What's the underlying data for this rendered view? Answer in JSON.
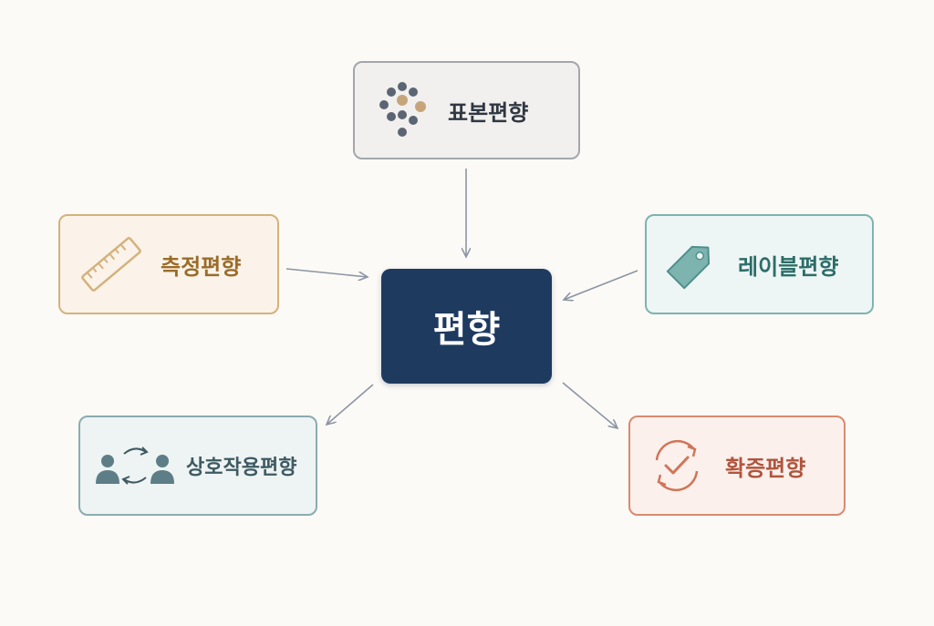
{
  "center": {
    "label": "편향"
  },
  "nodes": {
    "sampling": {
      "label": "표본편향",
      "icon": "dot-cluster-icon"
    },
    "measurement": {
      "label": "측정편향",
      "icon": "ruler-icon"
    },
    "label_bias": {
      "label": "레이블편향",
      "icon": "tag-icon"
    },
    "interaction": {
      "label": "상호작용편향",
      "icon": "people-exchange-icon"
    },
    "confirmation": {
      "label": "확증편향",
      "icon": "circular-check-icon"
    }
  },
  "colors": {
    "background": "#fcfaf6",
    "center_fill": "#1e3a5f",
    "arrow": "#8c95a3",
    "sampling_accent": "#5b6573",
    "measurement_accent": "#d4b27c",
    "label_accent": "#7db4b0",
    "interaction_accent": "#5d7e86",
    "confirmation_accent": "#d07558"
  }
}
